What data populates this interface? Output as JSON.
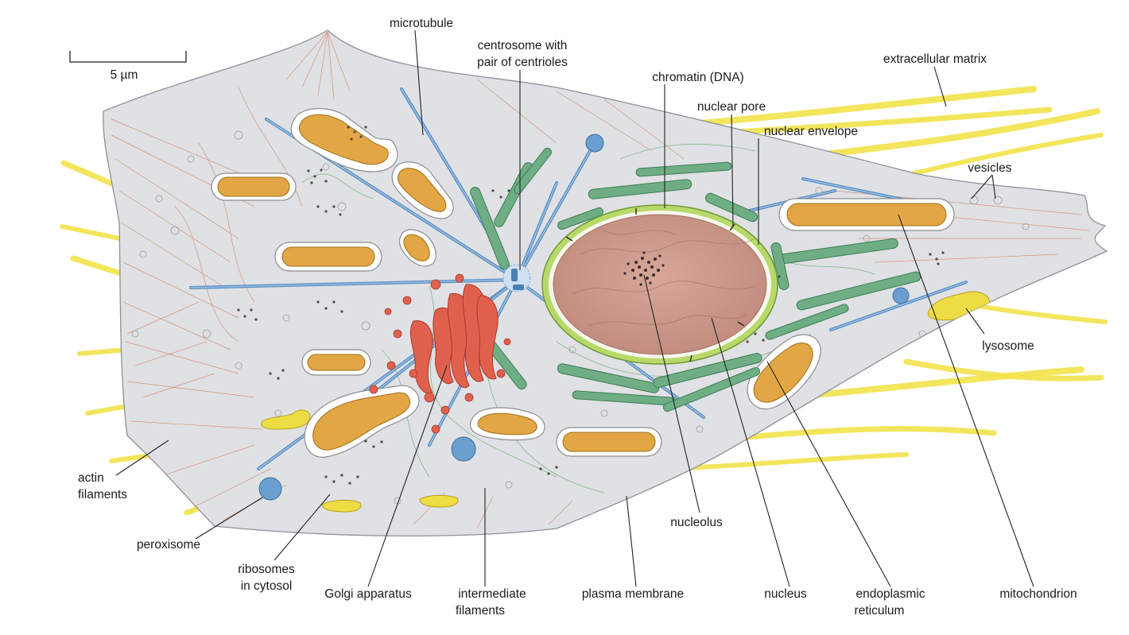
{
  "diagram": {
    "scale_bar": {
      "label": "5 µm"
    },
    "labels": {
      "microtubule": "microtubule",
      "centrosome_line1": "centrosome with",
      "centrosome_line2": "pair of centrioles",
      "chromatin": "chromatin (DNA)",
      "nuclear_pore": "nuclear pore",
      "nuclear_envelope": "nuclear envelope",
      "extracellular_matrix": "extracellular matrix",
      "vesicles": "vesicles",
      "lysosome": "lysosome",
      "actin_line1": "actin",
      "actin_line2": "filaments",
      "peroxisome": "peroxisome",
      "ribosomes_line1": "ribosomes",
      "ribosomes_line2": "in cytosol",
      "golgi": "Golgi apparatus",
      "intermediate_line1": "intermediate",
      "intermediate_line2": "filaments",
      "plasma_membrane": "plasma membrane",
      "nucleolus": "nucleolus",
      "nucleus": "nucleus",
      "er_line1": "endoplasmic",
      "er_line2": "reticulum",
      "mitochondrion": "mitochondrion"
    }
  }
}
